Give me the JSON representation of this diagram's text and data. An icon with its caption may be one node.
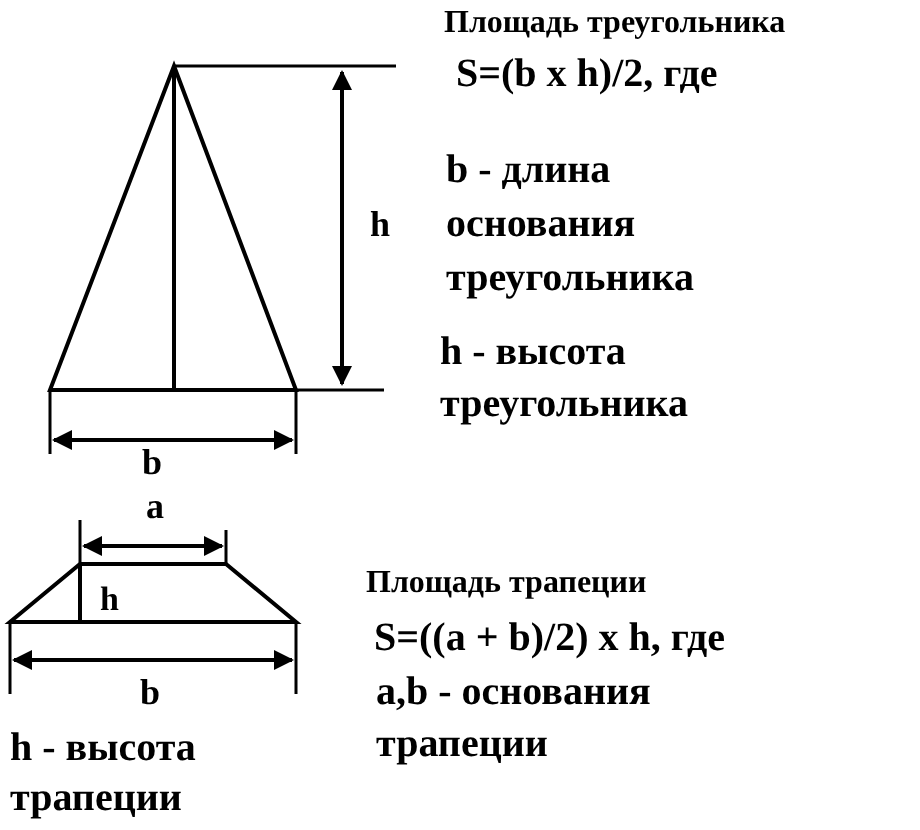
{
  "diagram": {
    "labels": [
      "Площадь треугольника",
      "S=(b x h)/2, где",
      "h",
      "b - длина основания треугольника",
      "h - высота треугольника",
      "b",
      "a",
      "h",
      "Площадь трапеции",
      "S=((a + b)/2) x h, где",
      "a,b - основания трапеции",
      "b",
      "h - высота трапеции"
    ]
  }
}
